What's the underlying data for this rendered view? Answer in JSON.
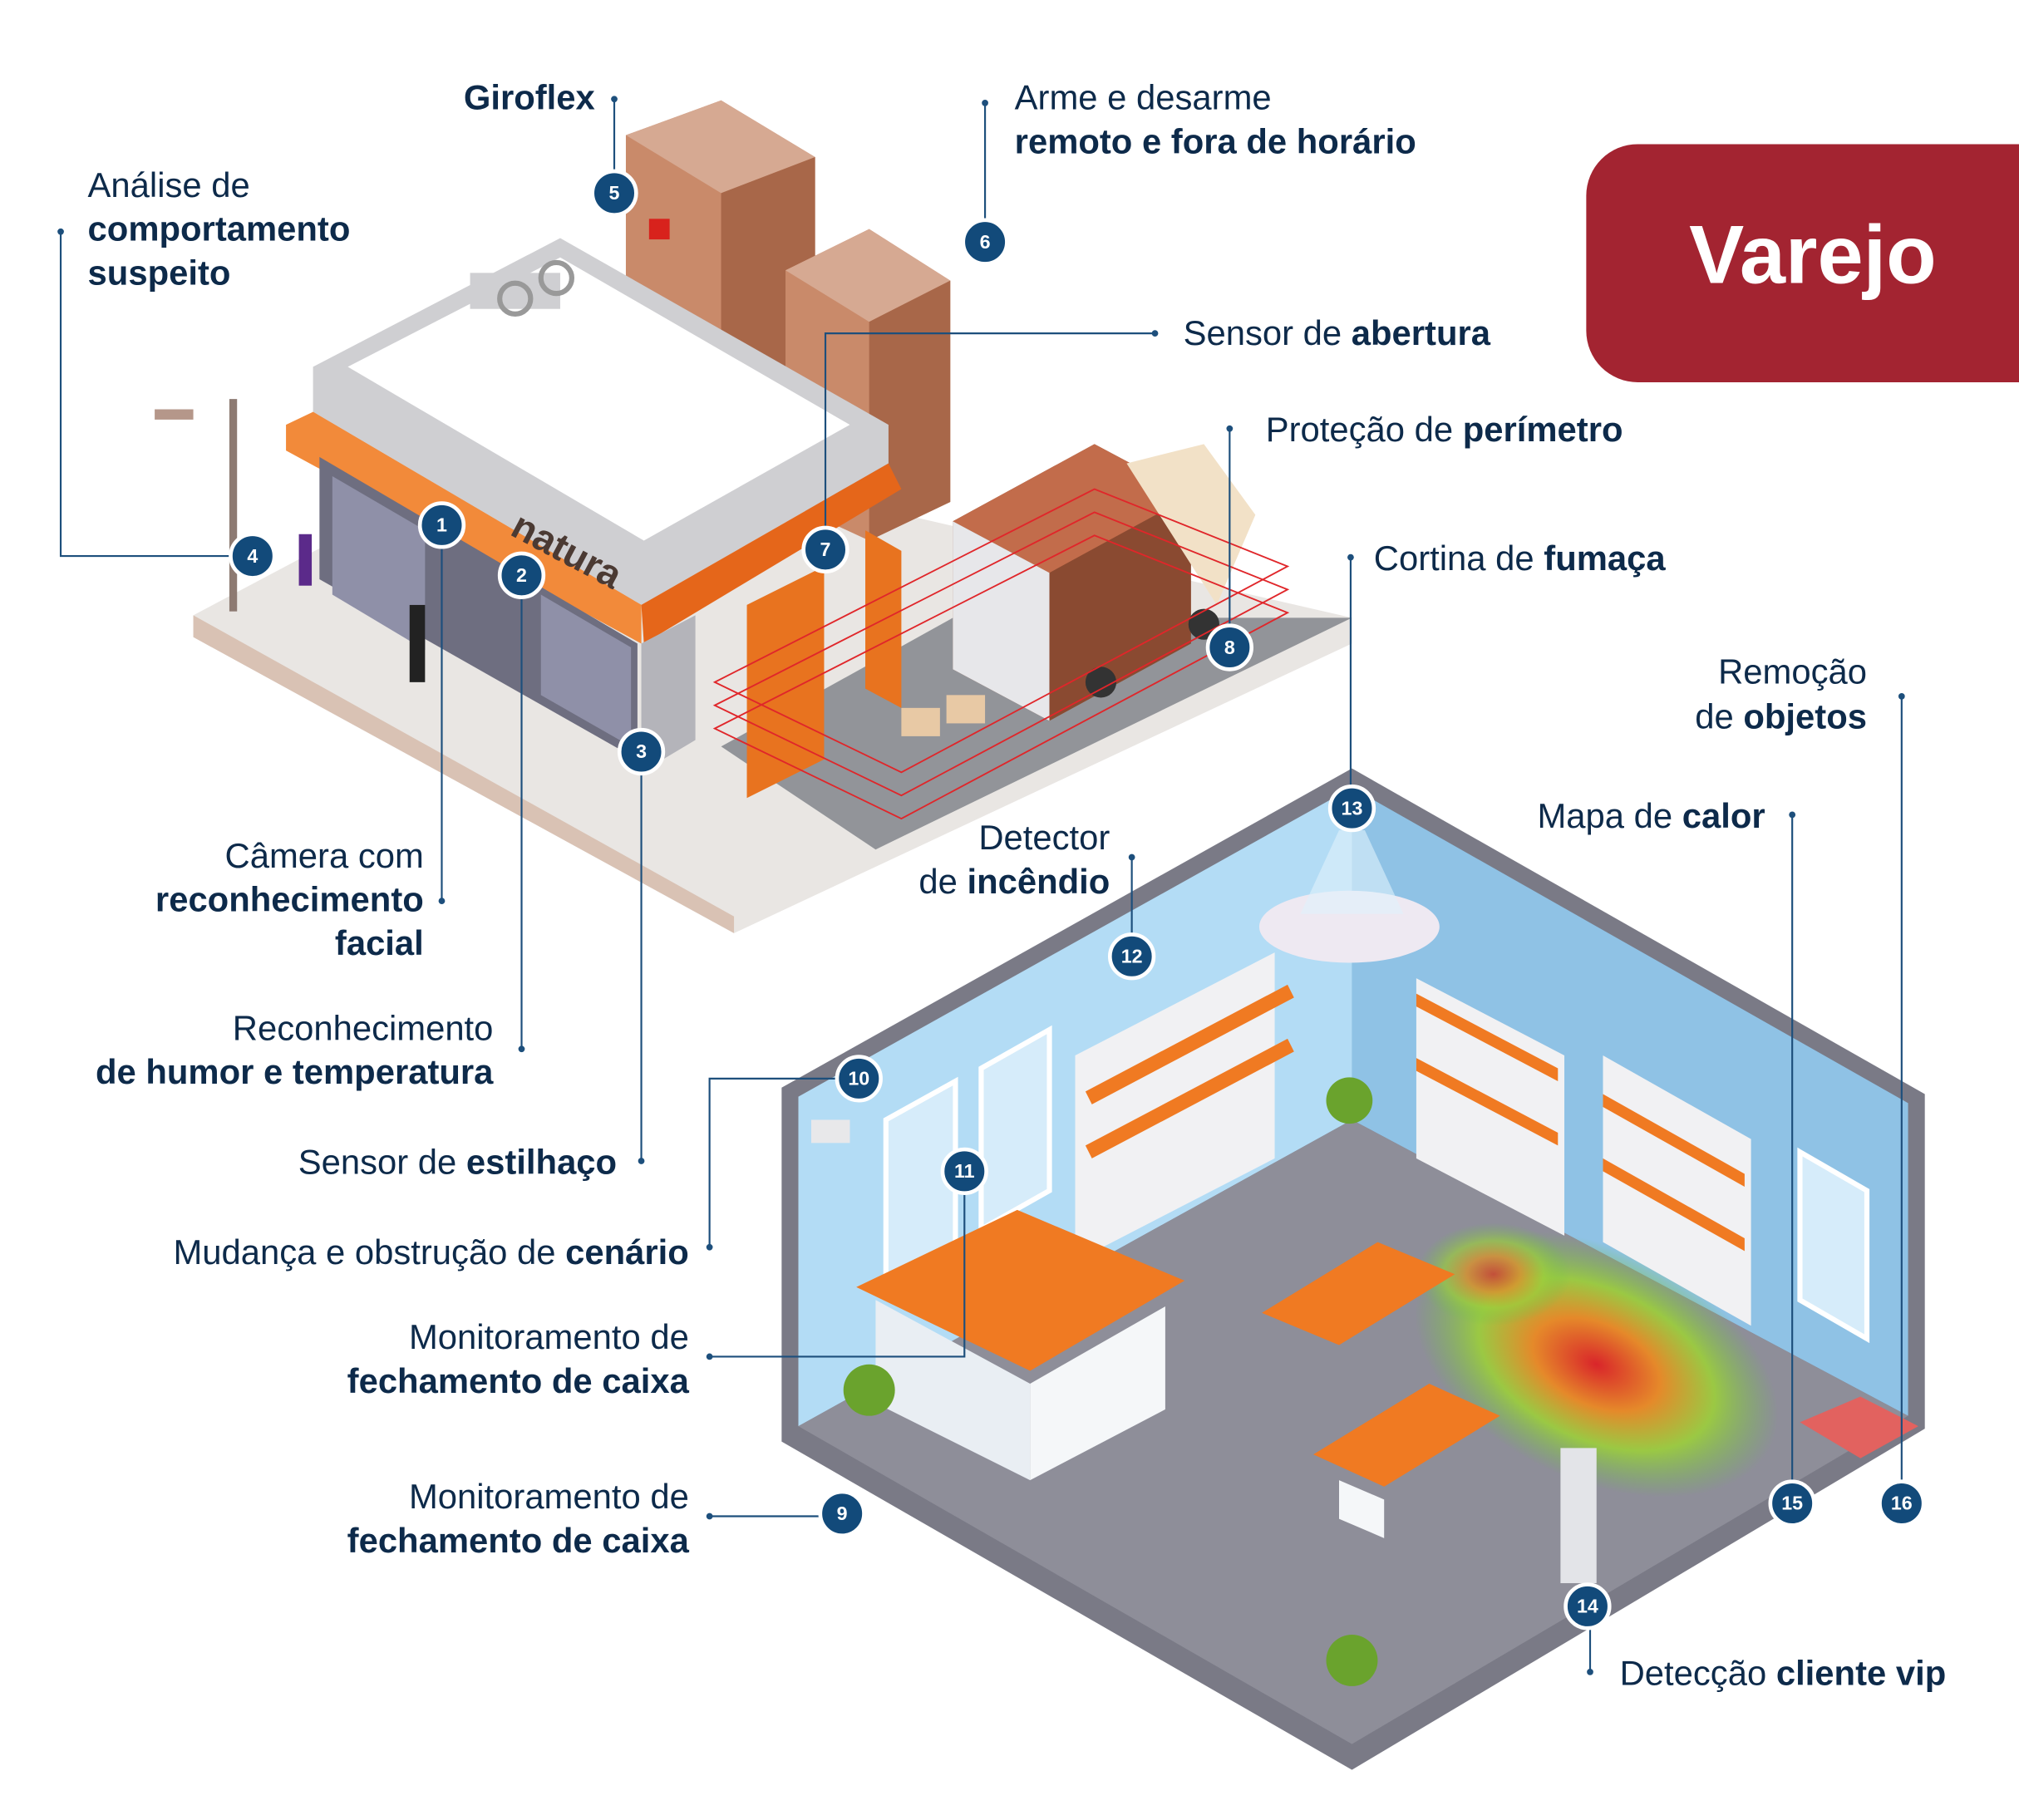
{
  "badge": {
    "title": "Varejo",
    "color": "#a32431"
  },
  "brand_sign": "natura",
  "labels": {
    "giroflex": {
      "l1": "Giroflex"
    },
    "arme": {
      "l1": "Arme e desarme",
      "l2": "remoto e fora de horário"
    },
    "analise": {
      "l1": "Análise de",
      "l2": "comportamento",
      "l3": "suspeito"
    },
    "abertura": {
      "a": "Sensor de ",
      "b": "abertura"
    },
    "perimetro": {
      "a": "Proteção de ",
      "b": "perímetro"
    },
    "fumaca": {
      "a": "Cortina de ",
      "b": "fumaça"
    },
    "remocao": {
      "l1": "Remoção",
      "l2a": "de ",
      "l2b": "objetos"
    },
    "calor": {
      "a": "Mapa de ",
      "b": "calor"
    },
    "incendio": {
      "l1": "Detector",
      "l2a": "de ",
      "l2b": "incêndio"
    },
    "camera": {
      "l1": "Câmera com",
      "l2": "reconhecimento",
      "l3": "facial"
    },
    "humor": {
      "l1": "Reconhecimento",
      "l2": "de humor e temperatura"
    },
    "estilhaco": {
      "a": "Sensor de ",
      "b": "estilhaço"
    },
    "cenario": {
      "a": "Mudança e obstrução de ",
      "b": "cenário"
    },
    "caixa1": {
      "l1": "Monitoramento de",
      "l2": "fechamento de caixa"
    },
    "caixa2": {
      "l1": "Monitoramento de",
      "l2": "fechamento de caixa"
    },
    "vip": {
      "a": "Detecção ",
      "b": "cliente vip"
    }
  },
  "markers": [
    "1",
    "2",
    "3",
    "4",
    "5",
    "6",
    "7",
    "8",
    "9",
    "10",
    "11",
    "12",
    "13",
    "14",
    "15",
    "16"
  ],
  "colors": {
    "navy": "#124a7a",
    "orange": "#f07a22",
    "wall": "#a9d3ef"
  }
}
